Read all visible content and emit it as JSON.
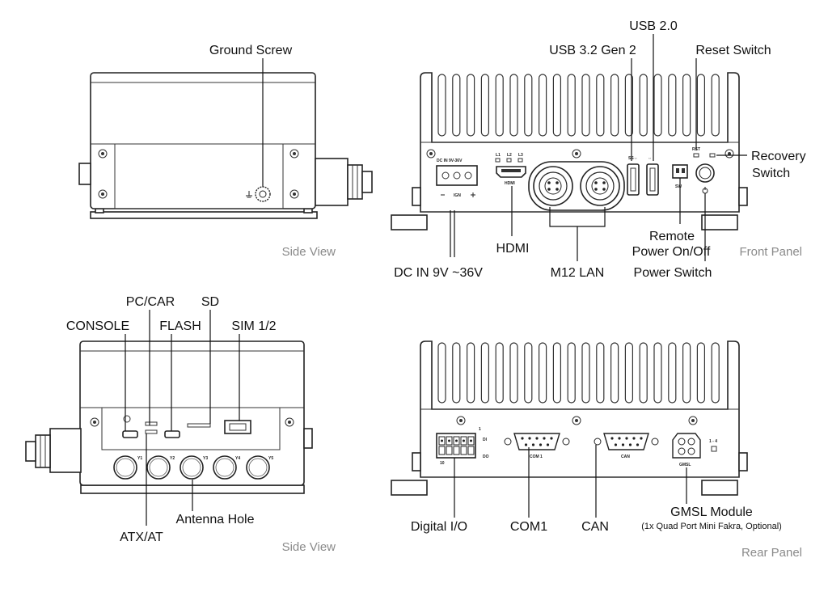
{
  "side_view_top": {
    "caption": "Side View",
    "labels": {
      "ground_screw": "Ground Screw"
    }
  },
  "front_panel": {
    "caption": "Front Panel",
    "labels": {
      "usb20": "USB 2.0",
      "usb32": "USB 3.2 Gen 2",
      "reset": "Reset Switch",
      "recovery_1": "Recovery",
      "recovery_2": "Switch",
      "hdmi": "HDMI",
      "dcin": "DC IN 9V ~36V",
      "m12lan": "M12 LAN",
      "remote_1": "Remote",
      "remote_2": "Power On/Off",
      "power_switch": "Power Switch"
    },
    "silk": {
      "dc": "DC IN 9V-36V",
      "ign": "IGN",
      "hdmi": "HDMI",
      "l1": "L1",
      "l2": "L2",
      "l3": "L3",
      "rst": "RST",
      "sw": "SW"
    }
  },
  "side_view_bottom": {
    "caption": "Side View",
    "labels": {
      "pccar": "PC/CAR",
      "sd": "SD",
      "console": "CONSOLE",
      "flash": "FLASH",
      "sim": "SIM 1/2",
      "antenna": "Antenna Hole",
      "atxat": "ATX/AT"
    },
    "silk": {
      "a1": "Y1",
      "a2": "Y2",
      "a3": "Y3",
      "a4": "Y4",
      "a5": "Y5"
    }
  },
  "rear_panel": {
    "caption": "Rear Panel",
    "labels": {
      "dio": "Digital I/O",
      "com1": "COM1",
      "can": "CAN",
      "gmsl": "GMSL Module",
      "gmsl_note": "(1x Quad Port Mini Fakra, Optional)"
    },
    "silk": {
      "com1": "COM 1",
      "can": "CAN",
      "gmsl": "GMSL",
      "ports": "1 - 4",
      "di": "DI",
      "do": "DO",
      "one": "1",
      "ten": "10"
    }
  }
}
